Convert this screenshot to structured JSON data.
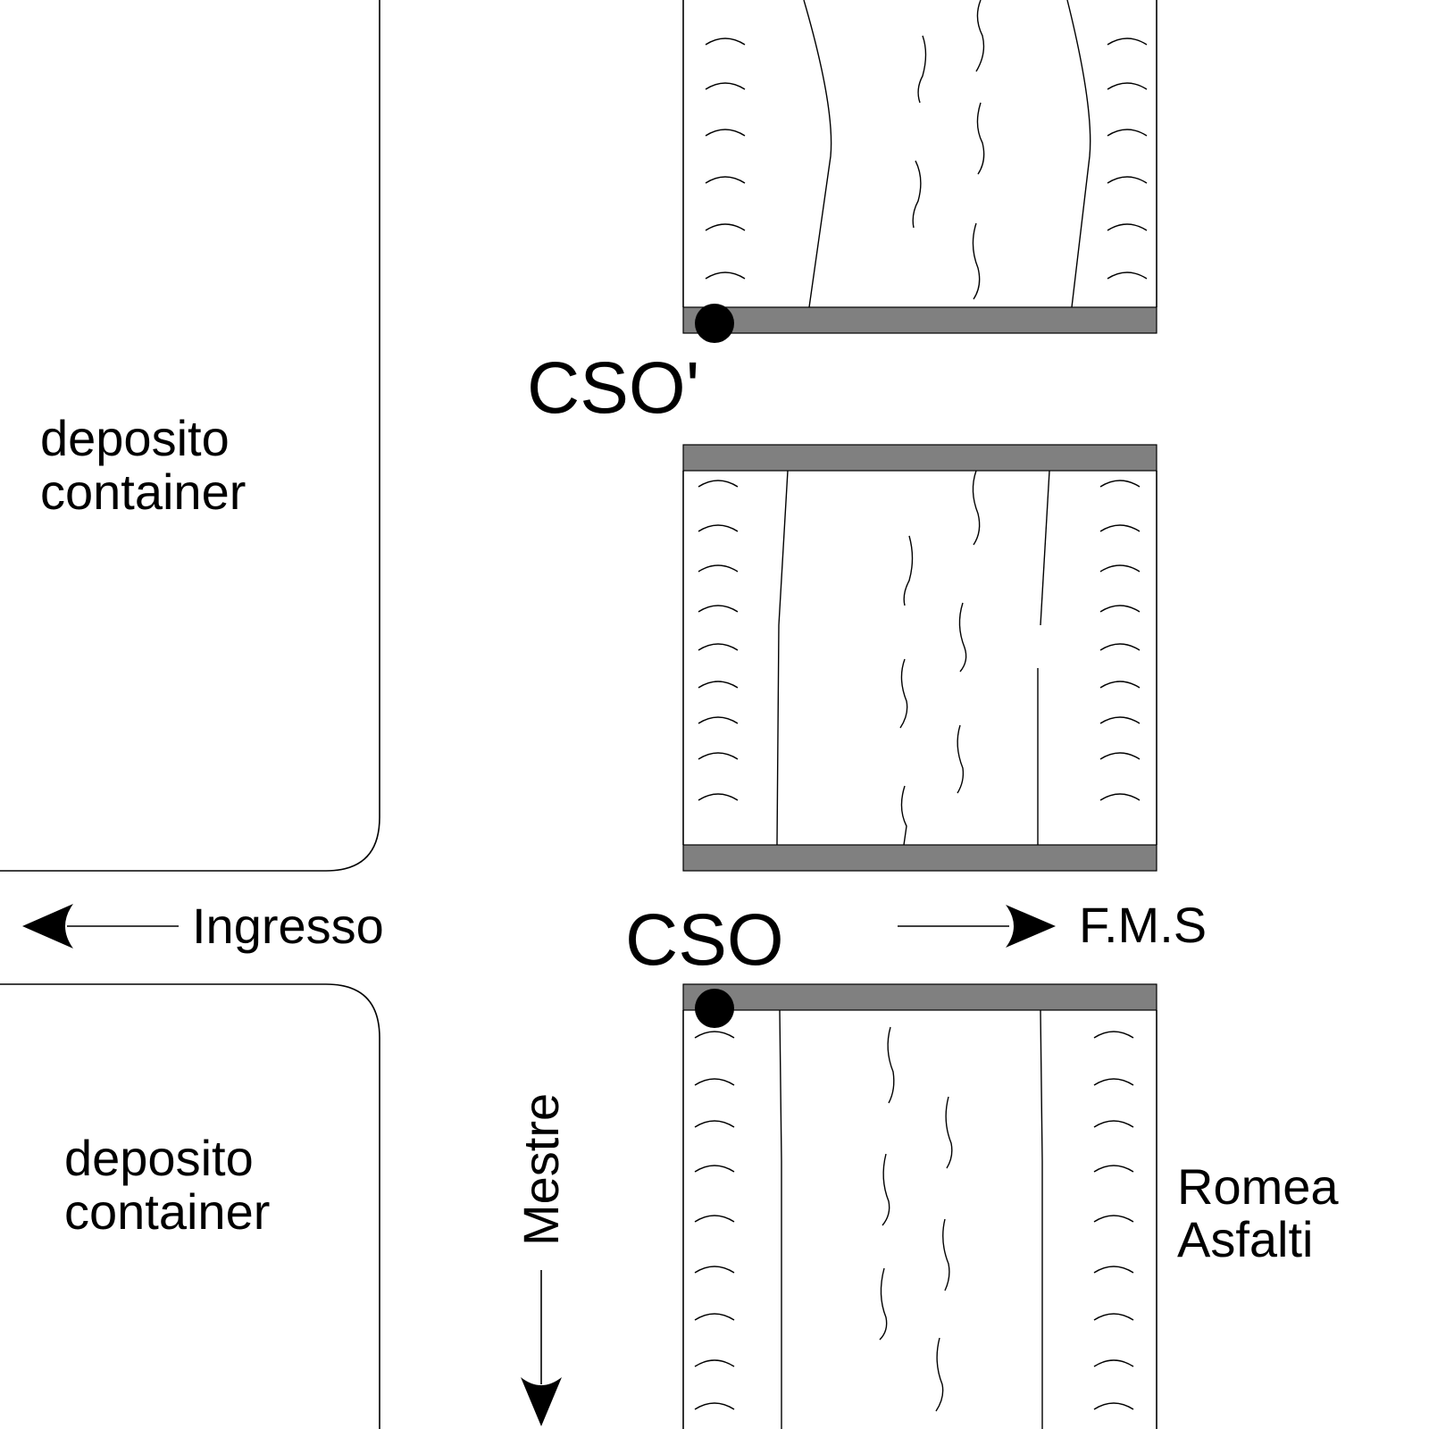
{
  "labels": {
    "cso_top": "CSO'",
    "cso_bottom": "CSO",
    "ingresso": "Ingresso",
    "fms": "F.M.S",
    "mestre": "Mestre",
    "deposito_top_1": "deposito",
    "deposito_top_2": "container",
    "deposito_bottom_1": "deposito",
    "deposito_bottom_2": "container",
    "romea_1": "Romea",
    "romea_2": "Asfalti"
  },
  "colors": {
    "line": "#000000",
    "sill": "#808080",
    "background": "#ffffff"
  },
  "markers": [
    "cso-point-top",
    "cso-point-bottom"
  ],
  "arrows": [
    "arrow-ingresso-left",
    "arrow-fms-right",
    "arrow-mestre-down"
  ]
}
